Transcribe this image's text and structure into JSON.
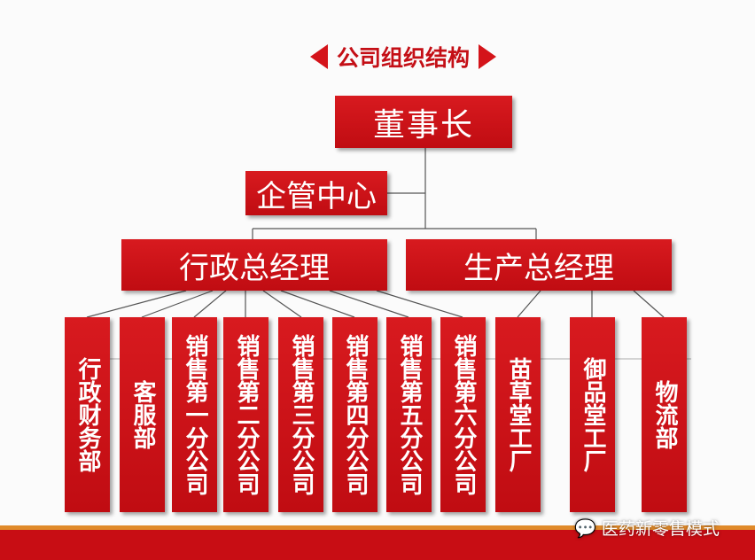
{
  "title": "公司组织结构",
  "chairman": "董事长",
  "management_center": "企管中心",
  "managers": [
    "行政总经理",
    "生产总经理"
  ],
  "departments": [
    "行政财务部",
    "客服部",
    "销售第一分公司",
    "销售第二分公司",
    "销售第三分公司",
    "销售第四分公司",
    "销售第五分公司",
    "销售第六分公司",
    "苗草堂工厂",
    "御品堂工厂",
    "物流部"
  ],
  "watermark": "医药新零售模式",
  "colors": {
    "primary": "#cc1016",
    "accent": "#e08a2a"
  }
}
